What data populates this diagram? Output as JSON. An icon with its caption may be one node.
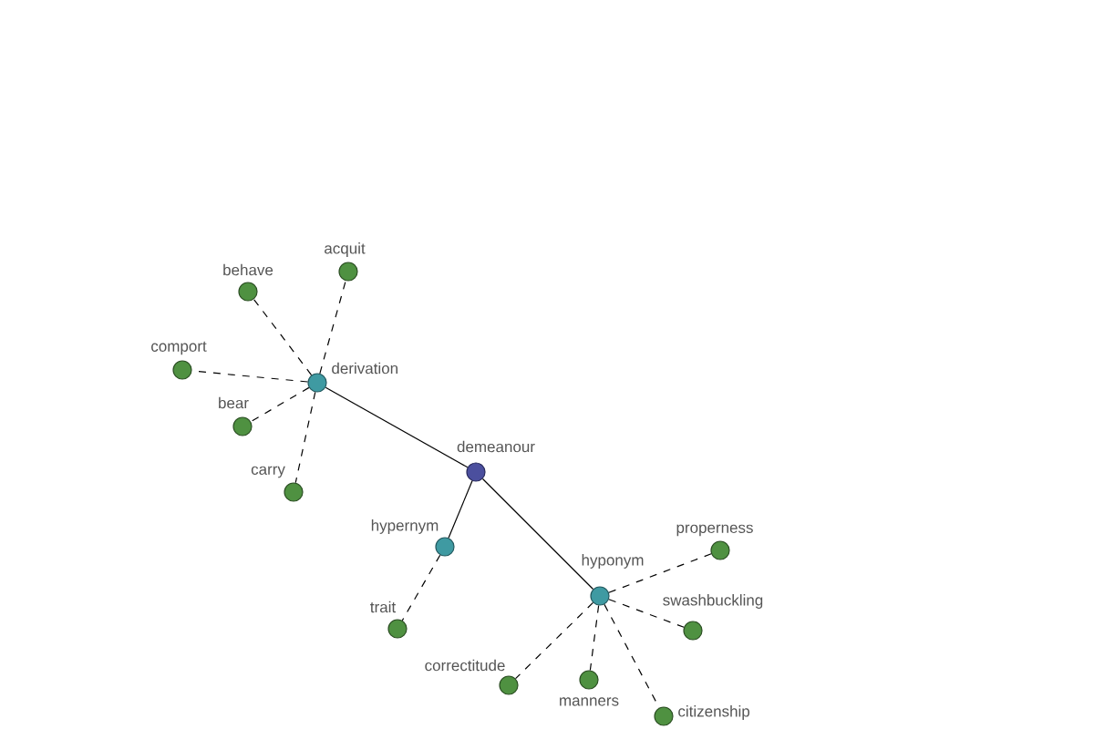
{
  "diagram": {
    "nodes": [
      {
        "text": [
          "acquit"
        ]
      },
      {
        "text": [
          "behave"
        ]
      },
      {
        "text": [
          "comport"
        ]
      },
      {
        "text": [
          "derivation"
        ]
      },
      {
        "text": [
          "bear"
        ]
      },
      {
        "text": [
          "demeanour"
        ]
      },
      {
        "text": [
          "carry"
        ]
      },
      {
        "text": [
          "hypernym"
        ]
      },
      {
        "text": [
          "properness"
        ]
      },
      {
        "text": [
          "hyponym"
        ]
      },
      {
        "text": [
          "trait"
        ]
      },
      {
        "text": [
          "swashbuckling"
        ]
      },
      {
        "text": [
          "manners"
        ]
      },
      {
        "text": [
          "correctitude"
        ]
      },
      {
        "text": [
          "citizenship"
        ]
      }
    ],
    "edges": [
      {
        "from": 5,
        "to": 3,
        "arrow": "none"
      },
      {
        "from": 5,
        "to": 7,
        "arrow": "none"
      },
      {
        "from": 5,
        "to": 9,
        "arrow": "none"
      },
      {
        "from": 3,
        "to": 1,
        "arrow": "none",
        "style": "dashed"
      },
      {
        "from": 3,
        "to": 0,
        "arrow": "none",
        "style": "dashed"
      },
      {
        "from": 3,
        "to": 2,
        "arrow": "none",
        "style": "dashed"
      },
      {
        "from": 3,
        "to": 4,
        "arrow": "none",
        "style": "dashed"
      },
      {
        "from": 3,
        "to": 6,
        "arrow": "none",
        "style": "dashed"
      },
      {
        "from": 7,
        "to": 10,
        "arrow": "none",
        "style": "dashed"
      },
      {
        "from": 9,
        "to": 8,
        "arrow": "none",
        "style": "dashed"
      },
      {
        "from": 9,
        "to": 11,
        "arrow": "none",
        "style": "dashed"
      },
      {
        "from": 9,
        "to": 13,
        "arrow": "none",
        "style": "dashed"
      },
      {
        "from": 9,
        "to": 12,
        "arrow": "none",
        "style": "dashed"
      },
      {
        "from": 9,
        "to": 14,
        "arrow": "none",
        "style": "dashed"
      }
    ]
  }
}
